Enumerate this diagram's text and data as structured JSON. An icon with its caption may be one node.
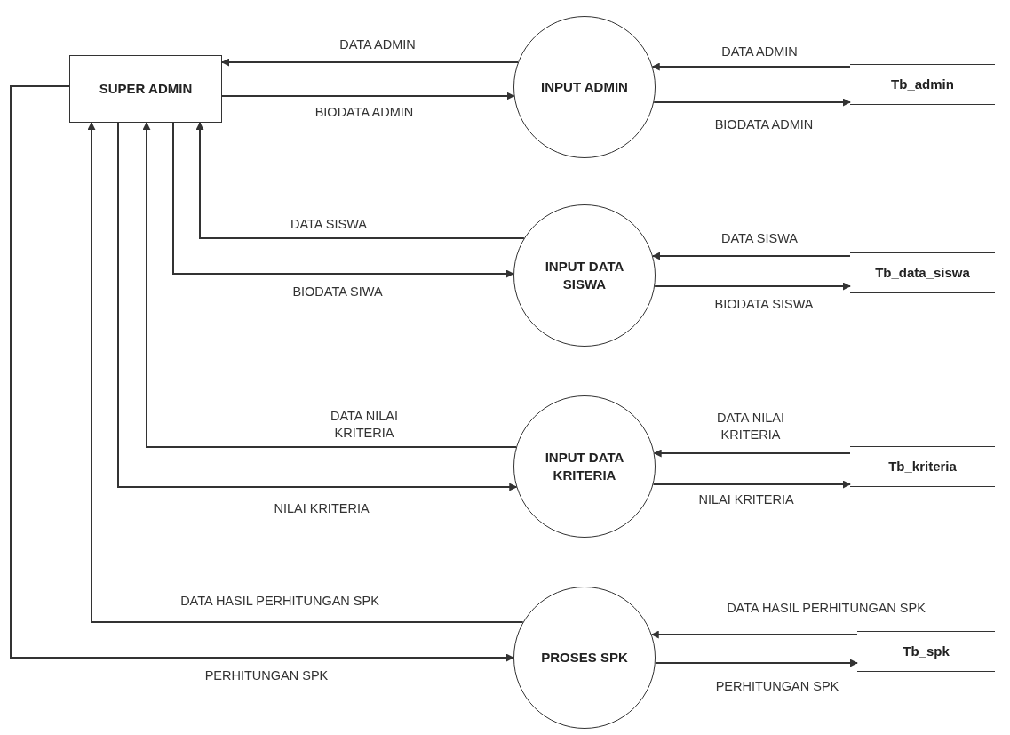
{
  "diagram": {
    "nodes": [
      {
        "text": [
          "SUPER ADMIN"
        ]
      },
      {
        "text": [
          "INPUT ADMIN"
        ]
      },
      {
        "text": [
          "Tb_admin"
        ]
      },
      {
        "text": [
          "INPUT DATA SISWA"
        ]
      },
      {
        "text": [
          "Tb_data_siswa"
        ]
      },
      {
        "text": [
          "INPUT DATA KRITERIA"
        ]
      },
      {
        "text": [
          "Tb_kriteria"
        ]
      },
      {
        "text": [
          "PROSES SPK"
        ]
      },
      {
        "text": [
          "Tb_spk"
        ]
      }
    ],
    "edges": [
      {
        "from": 1,
        "to": 0,
        "arrow": "to",
        "label": "DATA ADMIN"
      },
      {
        "from": 0,
        "to": 1,
        "arrow": "to",
        "label": "BIODATA ADMIN"
      },
      {
        "from": 2,
        "to": 1,
        "arrow": "to",
        "label": "DATA ADMIN"
      },
      {
        "from": 1,
        "to": 2,
        "arrow": "to",
        "label": "BIODATA ADMIN"
      },
      {
        "from": 3,
        "to": 0,
        "arrow": "to",
        "label": "DATA SISWA"
      },
      {
        "from": 0,
        "to": 3,
        "arrow": "to",
        "label": "BIODATA SIWA"
      },
      {
        "from": 4,
        "to": 3,
        "arrow": "to",
        "label": "DATA SISWA"
      },
      {
        "from": 3,
        "to": 4,
        "arrow": "to",
        "label": "BIODATA SISWA"
      },
      {
        "from": 5,
        "to": 0,
        "arrow": "to",
        "label": "DATA NILAI KRITERIA"
      },
      {
        "from": 0,
        "to": 5,
        "arrow": "to",
        "label": "NILAI KRITERIA"
      },
      {
        "from": 6,
        "to": 5,
        "arrow": "to",
        "label": "DATA NILAI KRITERIA"
      },
      {
        "from": 5,
        "to": 6,
        "arrow": "to",
        "label": "NILAI KRITERIA"
      },
      {
        "from": 7,
        "to": 0,
        "arrow": "to",
        "label": "DATA HASIL PERHITUNGAN SPK"
      },
      {
        "from": 0,
        "to": 7,
        "arrow": "to",
        "label": "PERHITUNGAN SPK"
      },
      {
        "from": 8,
        "to": 7,
        "arrow": "to",
        "label": "DATA HASIL PERHITUNGAN SPK"
      },
      {
        "from": 7,
        "to": 8,
        "arrow": "to",
        "label": "PERHITUNGAN SPK"
      }
    ]
  }
}
